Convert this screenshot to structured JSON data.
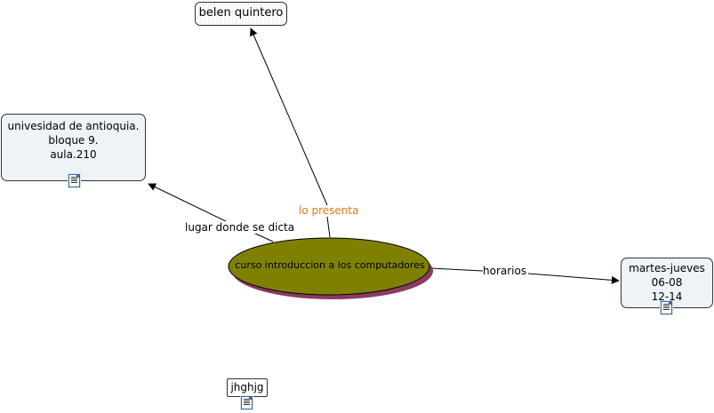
{
  "concept_map": {
    "top_node": {
      "text": "belen quintero"
    },
    "left_node": {
      "lines": [
        "univesidad de antioquia.",
        "bloque 9.",
        "aula.210"
      ]
    },
    "right_node": {
      "lines": [
        "martes-jueves",
        "06-08",
        "12-14"
      ]
    },
    "center_node": {
      "text": "curso introduccion a los computadores"
    },
    "small_node": {
      "text": "jhghjg"
    },
    "links": {
      "presenta": "lo presenta",
      "lugar": "lugar donde se dicta",
      "horarios": "horarios"
    },
    "icons": {
      "attachment": "document-icon"
    },
    "colors": {
      "center_fill": "#808000",
      "center_shadow": "#8b3a62",
      "node_fill": "#edf3f6",
      "presenta_label": "#e07a1a"
    }
  }
}
